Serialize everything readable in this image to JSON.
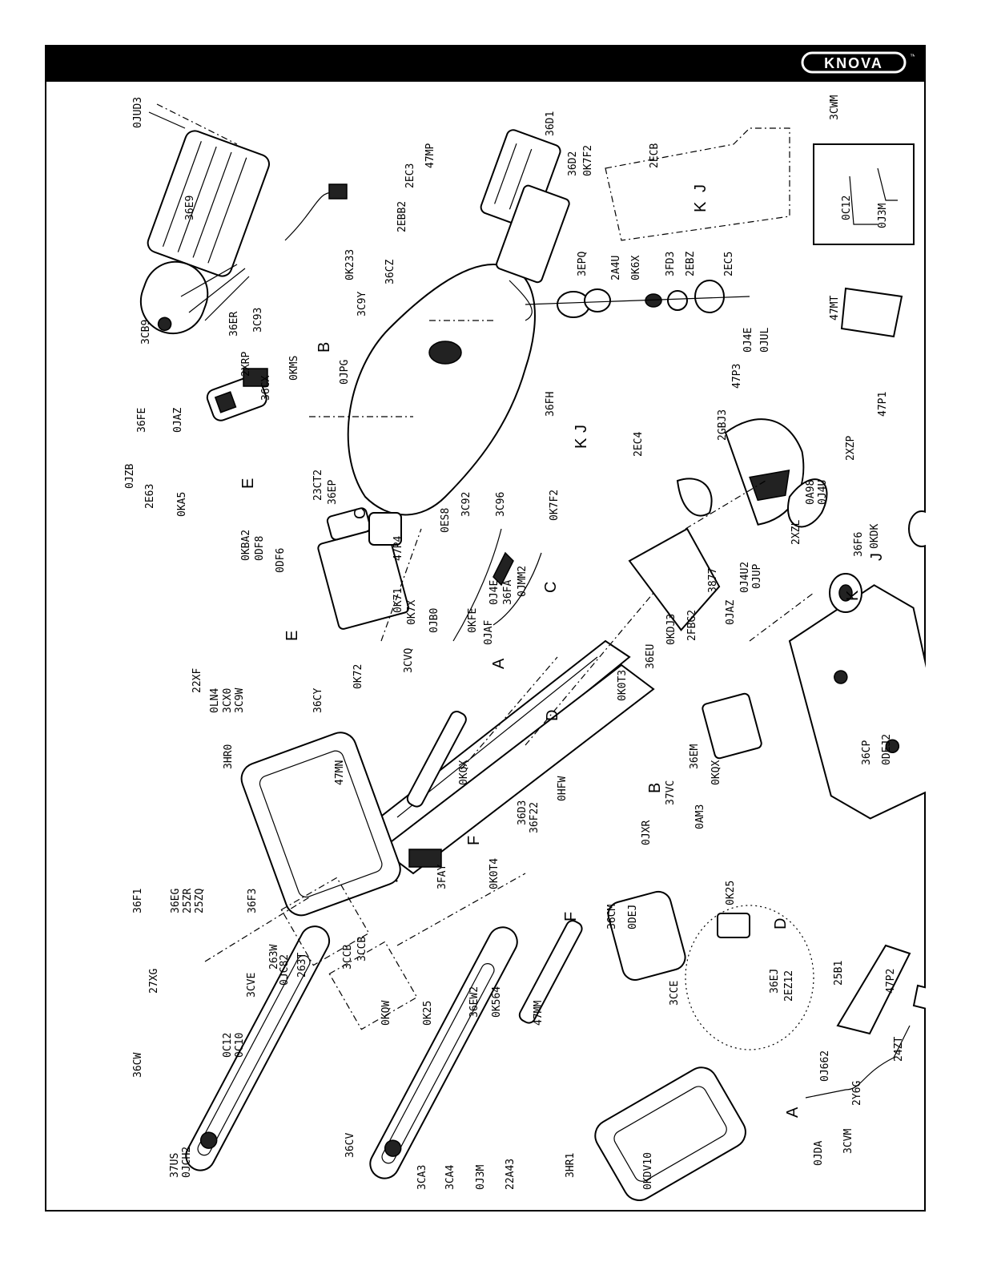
{
  "header": {
    "brand": "KNOVA",
    "trademark": "™"
  },
  "colors": {
    "header_bg": "#000000",
    "ink": "#000000",
    "paper": "#ffffff"
  },
  "callouts": {
    "letters": [
      "A",
      "B",
      "C",
      "D",
      "E",
      "F",
      "J",
      "K"
    ],
    "parts": [
      "0JUD3",
      "36E9",
      "0K233",
      "3C93",
      "3CB9",
      "36ER",
      "2XRP",
      "36CX",
      "36FE",
      "0JAZ",
      "0JZB",
      "2E63",
      "0KA5",
      "0KMS",
      "0JPG",
      "3C9Y",
      "36CZ",
      "2EBB2",
      "2EC3",
      "47MP",
      "36D1",
      "36D2",
      "0K7F2",
      "2ECB",
      "3CWM",
      "0C12",
      "0J3M",
      "3EPQ",
      "2A4U",
      "0K6X",
      "3FD3",
      "2EBZ",
      "2EC5",
      "0J4E",
      "0JUL",
      "47MT",
      "47P3",
      "2GBJ3",
      "47P1",
      "2XZP",
      "2EC4",
      "36FH",
      "0K7F2",
      "0KBA2",
      "0DF8",
      "0DF6",
      "23CT2",
      "36EP",
      "47P4",
      "0ES8",
      "3C92",
      "3C96",
      "22XF",
      "0LN4",
      "3CX0",
      "3C9W",
      "36CY",
      "0K72",
      "0K71",
      "0K7X",
      "0JB0",
      "3CVQ",
      "0KFE",
      "0JAF",
      "0J4E",
      "36FA",
      "0JMM2",
      "36EU",
      "0KDJ3",
      "3877",
      "0JAZ",
      "0J4U2",
      "0JUP",
      "2XZL",
      "0A98",
      "0J4U",
      "36F6",
      "0KDK",
      "2FBG2",
      "3HR0",
      "47MN",
      "0KQX",
      "0HFW",
      "36D3",
      "36F22",
      "0K0T3",
      "36EM",
      "0KQX",
      "36CP",
      "0DEJ2",
      "36F1",
      "36EG",
      "25ZR",
      "25ZQ",
      "27XG",
      "36F3",
      "263W",
      "0JC82",
      "263T",
      "3CVE",
      "3CCB",
      "3CCB",
      "3FAY",
      "0K0T4",
      "36CM",
      "0DEJ",
      "37VC",
      "0JXR",
      "0AM3",
      "0K25",
      "3CCE",
      "0KQW",
      "0K25",
      "36EW2",
      "0K564",
      "47MM",
      "36EJ",
      "2EZ12",
      "25B1",
      "47P2",
      "36CW",
      "0C12",
      "0C10",
      "37US",
      "0JCH2",
      "36CV",
      "3CA3",
      "3CA4",
      "0J3M",
      "22A43",
      "3HR1",
      "0KDV10",
      "0JDA",
      "3CVM",
      "0J662",
      "2Y6G",
      "24ZT"
    ]
  }
}
